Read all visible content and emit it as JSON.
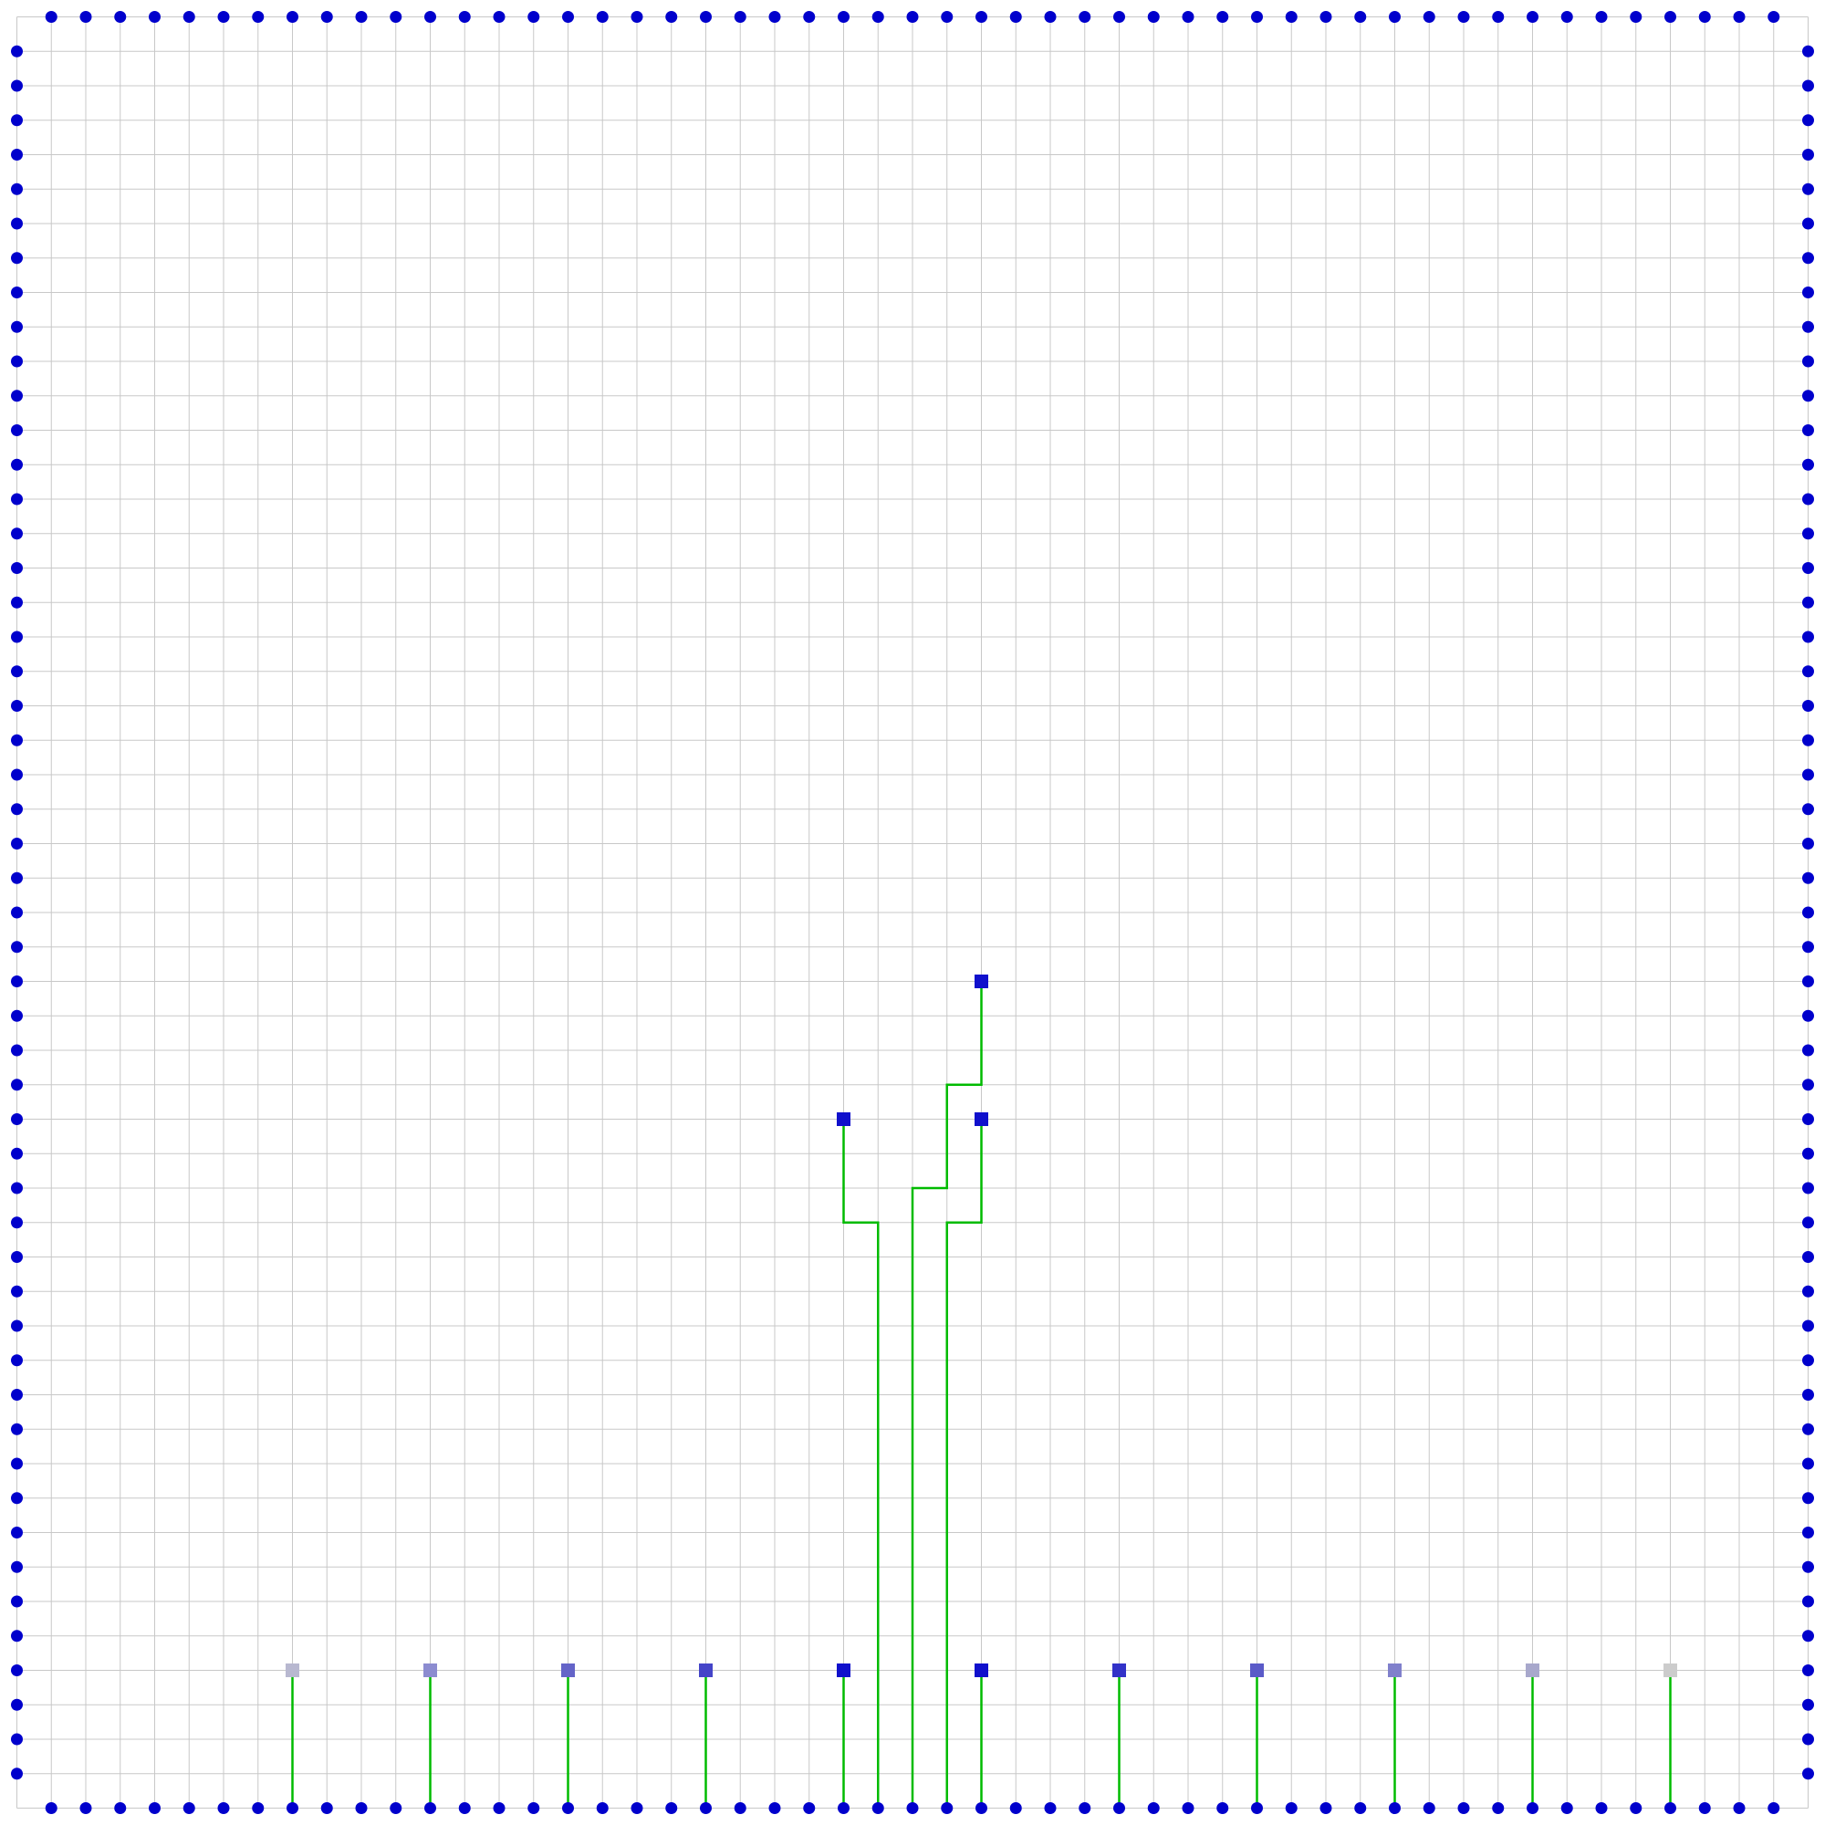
{
  "board": {
    "cols": 52,
    "rows": 52,
    "colors": {
      "background": "#ffffff",
      "grid": "#c8c8c8",
      "pin": "#0000cc",
      "wire": "#00bb00"
    }
  },
  "pins": {
    "top": {
      "row": 0,
      "from_col": 1,
      "to_col": 51
    },
    "bottom": {
      "row": 52,
      "from_col": 1,
      "to_col": 51
    },
    "left": {
      "col": 0,
      "from_row": 1,
      "to_row": 51
    },
    "right": {
      "col": 52,
      "from_row": 1,
      "to_row": 51
    }
  },
  "nodes": [
    {
      "id": "n1",
      "col": 28,
      "row": 28,
      "color": "#1010cc"
    },
    {
      "id": "n2",
      "col": 24,
      "row": 32,
      "color": "#1010cc"
    },
    {
      "id": "n3",
      "col": 28,
      "row": 32,
      "color": "#1010cc"
    },
    {
      "id": "n4",
      "col": 8,
      "row": 48,
      "color": "#b8b8d0"
    },
    {
      "id": "n5",
      "col": 12,
      "row": 48,
      "color": "#8c8cd0"
    },
    {
      "id": "n6",
      "col": 16,
      "row": 48,
      "color": "#6464c8"
    },
    {
      "id": "n7",
      "col": 20,
      "row": 48,
      "color": "#4444c8"
    },
    {
      "id": "n8",
      "col": 24,
      "row": 48,
      "color": "#1010cc"
    },
    {
      "id": "n9",
      "col": 28,
      "row": 48,
      "color": "#1010cc"
    },
    {
      "id": "n10",
      "col": 32,
      "row": 48,
      "color": "#3232c8"
    },
    {
      "id": "n11",
      "col": 36,
      "row": 48,
      "color": "#5a5ac8"
    },
    {
      "id": "n12",
      "col": 40,
      "row": 48,
      "color": "#8080cc"
    },
    {
      "id": "n13",
      "col": 44,
      "row": 48,
      "color": "#a8a8cc"
    },
    {
      "id": "n14",
      "col": 48,
      "row": 48,
      "color": "#cccccc"
    }
  ],
  "wires": [
    {
      "id": "w1",
      "points": [
        [
          8,
          48
        ],
        [
          8,
          52
        ]
      ]
    },
    {
      "id": "w2",
      "points": [
        [
          12,
          48
        ],
        [
          12,
          52
        ]
      ]
    },
    {
      "id": "w3",
      "points": [
        [
          16,
          48
        ],
        [
          16,
          52
        ]
      ]
    },
    {
      "id": "w4",
      "points": [
        [
          20,
          48
        ],
        [
          20,
          52
        ]
      ]
    },
    {
      "id": "w5",
      "points": [
        [
          24,
          48
        ],
        [
          24,
          52
        ]
      ]
    },
    {
      "id": "w6",
      "points": [
        [
          28,
          48
        ],
        [
          28,
          52
        ]
      ]
    },
    {
      "id": "w7",
      "points": [
        [
          32,
          48
        ],
        [
          32,
          52
        ]
      ]
    },
    {
      "id": "w8",
      "points": [
        [
          36,
          48
        ],
        [
          36,
          52
        ]
      ]
    },
    {
      "id": "w9",
      "points": [
        [
          40,
          48
        ],
        [
          40,
          52
        ]
      ]
    },
    {
      "id": "w10",
      "points": [
        [
          44,
          48
        ],
        [
          44,
          52
        ]
      ]
    },
    {
      "id": "w11",
      "points": [
        [
          48,
          48
        ],
        [
          48,
          52
        ]
      ]
    },
    {
      "id": "w12",
      "points": [
        [
          24,
          32
        ],
        [
          24,
          35
        ],
        [
          25,
          35
        ],
        [
          25,
          52
        ]
      ]
    },
    {
      "id": "w13",
      "points": [
        [
          28,
          28
        ],
        [
          28,
          31
        ],
        [
          27,
          31
        ],
        [
          27,
          34
        ],
        [
          26,
          34
        ],
        [
          26,
          52
        ]
      ]
    },
    {
      "id": "w14",
      "points": [
        [
          28,
          32
        ],
        [
          28,
          35
        ],
        [
          27,
          35
        ],
        [
          27,
          52
        ]
      ]
    }
  ]
}
